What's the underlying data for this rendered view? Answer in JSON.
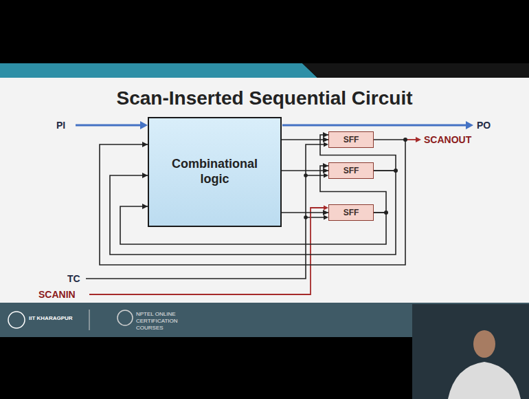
{
  "diagram": {
    "title": "Scan-Inserted Sequential Circuit",
    "nodes": [
      {
        "text": [
          "Combinational logic"
        ]
      },
      {
        "text": [
          "SFF"
        ]
      },
      {
        "text": [
          "SFF"
        ]
      },
      {
        "text": [
          "SFF"
        ]
      }
    ],
    "edges": [
      {
        "from": 0,
        "to": 1,
        "arrow": "to"
      },
      {
        "from": 0,
        "to": 2,
        "arrow": "to"
      },
      {
        "from": 0,
        "to": 3,
        "arrow": "to"
      },
      {
        "from": 1,
        "to": 0,
        "arrow": "to"
      },
      {
        "from": 2,
        "to": 0,
        "arrow": "to"
      },
      {
        "from": 3,
        "to": 0,
        "arrow": "to"
      },
      {
        "from": 3,
        "to": 2,
        "arrow": "to"
      },
      {
        "from": 2,
        "to": 1,
        "arrow": "to"
      }
    ],
    "labels": [
      "PI",
      "PO",
      "SCANOUT",
      "TC",
      "SCANIN",
      "IIT KHARAGPUR",
      "NPTEL ONLINE CERTIFICATION COURSES"
    ]
  }
}
